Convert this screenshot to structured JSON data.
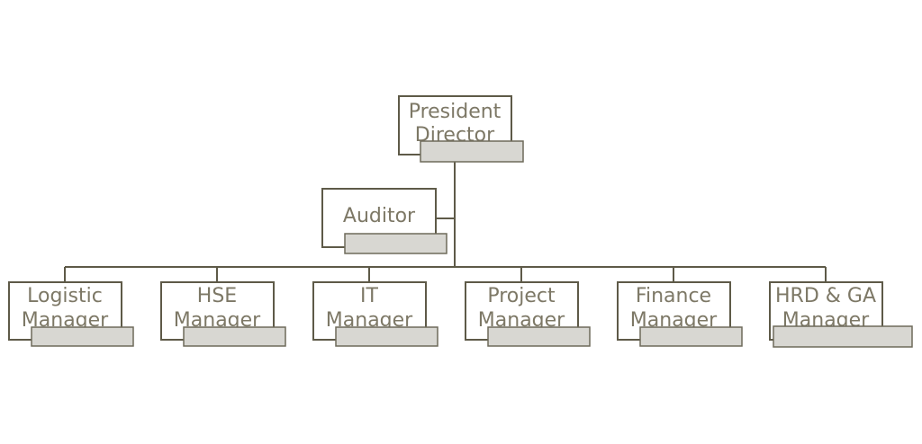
{
  "colors": {
    "line": "#5e5a48",
    "text": "#7d7866",
    "tab_fill": "#d8d7d2",
    "box_fill": "#ffffff"
  },
  "nodes": {
    "president": {
      "lines": [
        "President",
        "Director"
      ]
    },
    "auditor": {
      "lines": [
        "Auditor"
      ]
    },
    "managers": [
      {
        "id": "logistic",
        "lines": [
          "Logistic",
          "Manager"
        ]
      },
      {
        "id": "hse",
        "lines": [
          "HSE",
          "Manager"
        ]
      },
      {
        "id": "it",
        "lines": [
          "IT",
          "Manager"
        ]
      },
      {
        "id": "project",
        "lines": [
          "Project",
          "Manager"
        ]
      },
      {
        "id": "finance",
        "lines": [
          "Finance",
          "Manager"
        ]
      },
      {
        "id": "hrd-ga",
        "lines": [
          "HRD & GA",
          "Manager"
        ]
      }
    ]
  }
}
